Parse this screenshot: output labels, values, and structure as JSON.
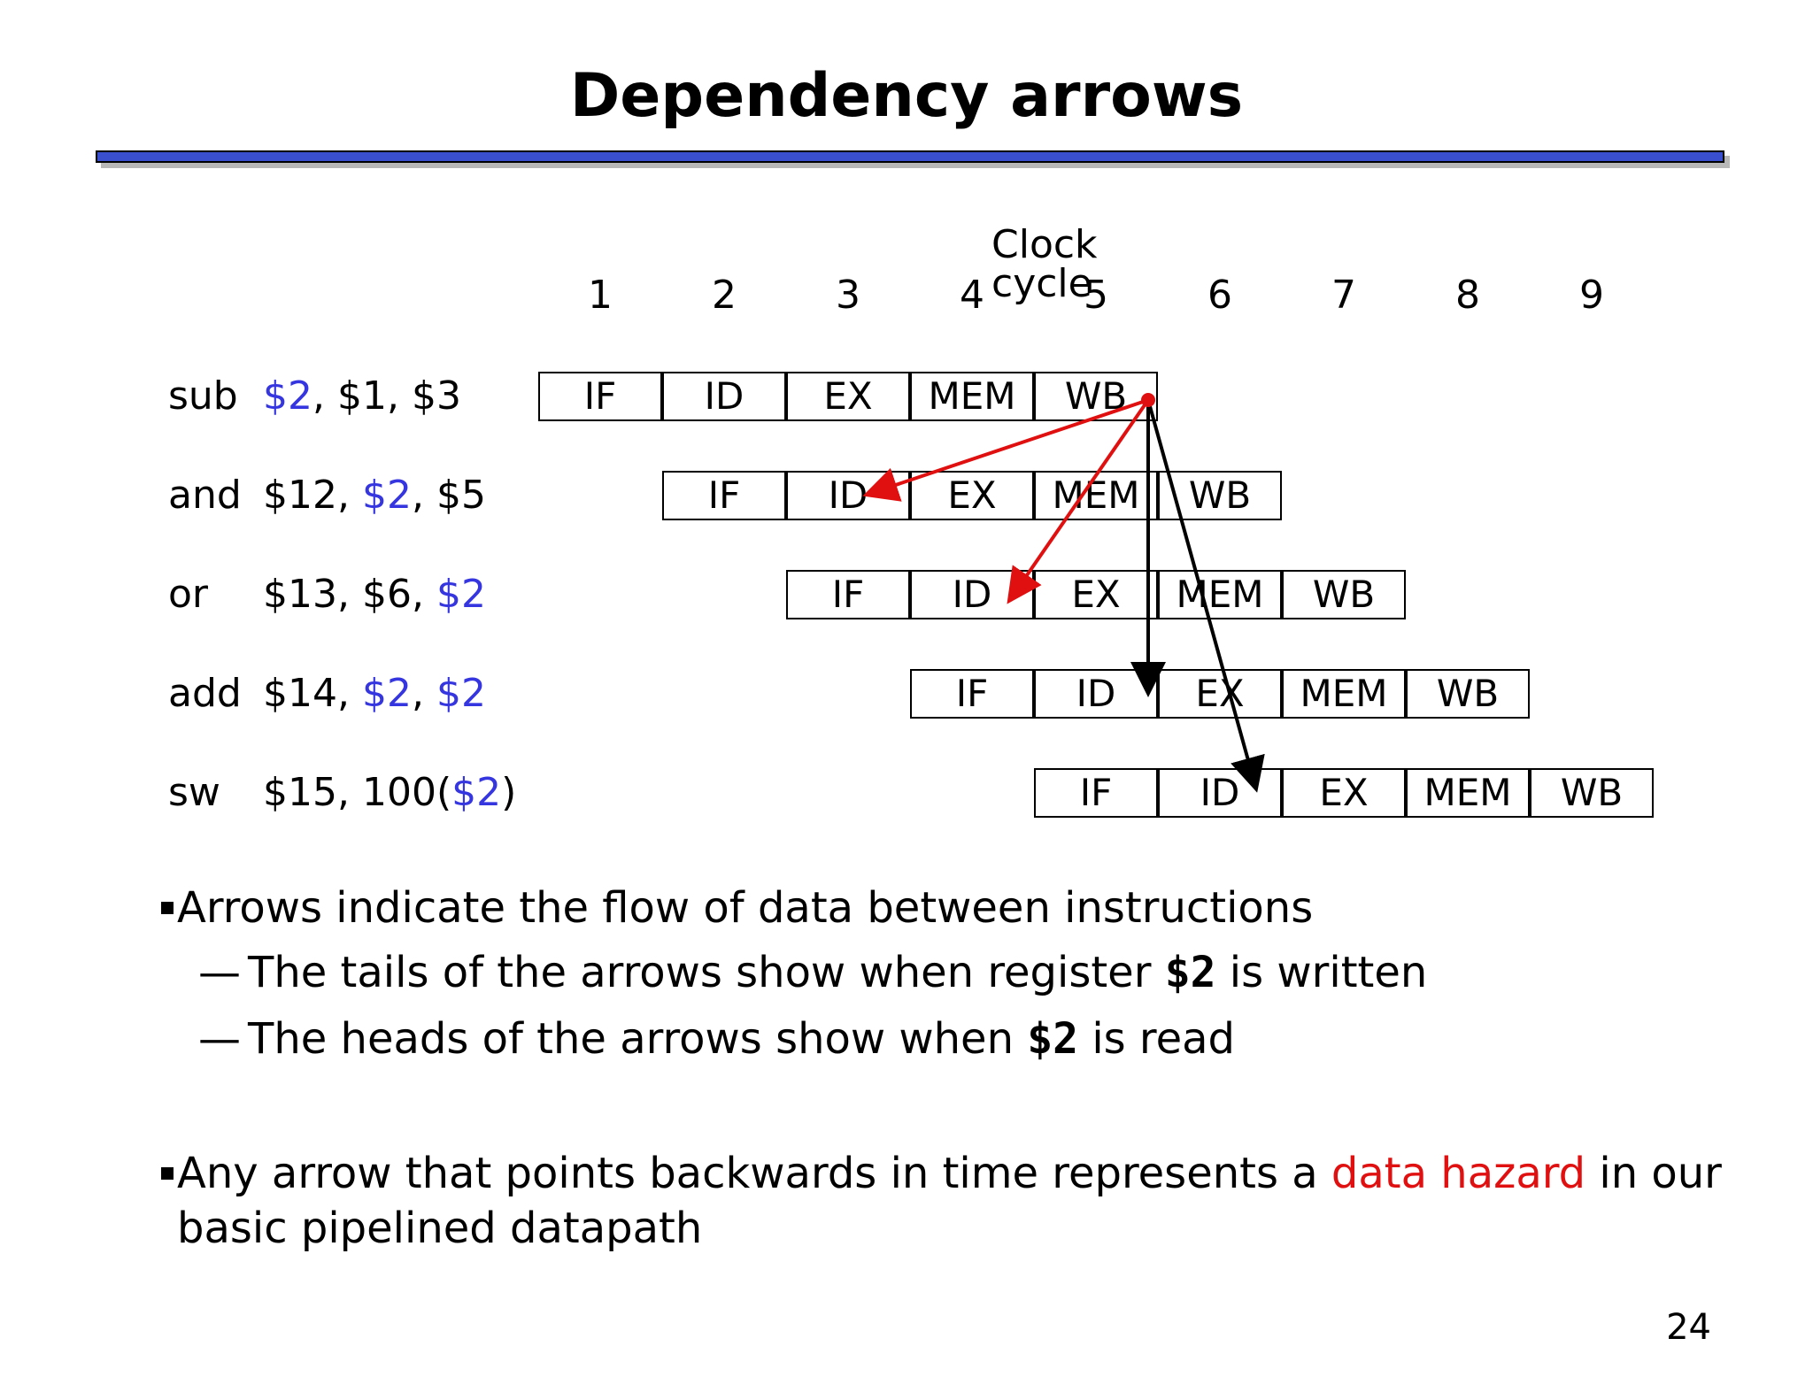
{
  "title": "Dependency arrows",
  "clock_label": "Clock cycle",
  "cycles": [
    "1",
    "2",
    "3",
    "4",
    "5",
    "6",
    "7",
    "8",
    "9"
  ],
  "instructions": [
    {
      "op": "sub",
      "parts": [
        {
          "t": "$2",
          "hl": true
        },
        {
          "t": ", ",
          "hl": false
        },
        {
          "t": "$1",
          "hl": false
        },
        {
          "t": ", ",
          "hl": false
        },
        {
          "t": "$3",
          "hl": false
        }
      ],
      "start": 1
    },
    {
      "op": "and",
      "parts": [
        {
          "t": "$12",
          "hl": false
        },
        {
          "t": ", ",
          "hl": false
        },
        {
          "t": "$2",
          "hl": true
        },
        {
          "t": ", ",
          "hl": false
        },
        {
          "t": "$5",
          "hl": false
        }
      ],
      "start": 2
    },
    {
      "op": "or",
      "parts": [
        {
          "t": "$13",
          "hl": false
        },
        {
          "t": ", ",
          "hl": false
        },
        {
          "t": "$6",
          "hl": false
        },
        {
          "t": ", ",
          "hl": false
        },
        {
          "t": "$2",
          "hl": true
        }
      ],
      "start": 3
    },
    {
      "op": "add",
      "parts": [
        {
          "t": "$14",
          "hl": false
        },
        {
          "t": ", ",
          "hl": false
        },
        {
          "t": "$2",
          "hl": true
        },
        {
          "t": ", ",
          "hl": false
        },
        {
          "t": "$2",
          "hl": true
        }
      ],
      "start": 4
    },
    {
      "op": "sw",
      "parts": [
        {
          "t": "$15",
          "hl": false
        },
        {
          "t": ", 100(",
          "hl": false
        },
        {
          "t": "$2",
          "hl": true
        },
        {
          "t": ")",
          "hl": false
        }
      ],
      "start": 5
    }
  ],
  "stages": [
    "IF",
    "ID",
    "EX",
    "MEM",
    "WB"
  ],
  "colors": {
    "register_highlight": "#3636e0",
    "hazard_arrow": "#e01010",
    "ok_arrow": "#000000",
    "title_rule": "#3a4fd0"
  },
  "bullets": [
    {
      "text": "Arrows indicate the flow of data between instructions"
    },
    {
      "text_before": "Any arrow that points backwards in time represents a ",
      "highlight": "data hazard",
      "text_after": " in our basic pipelined datapath"
    }
  ],
  "subbullets": [
    {
      "dash": "—",
      "before": "The tails of the arrows show when register ",
      "code": "$2",
      "after": " is written"
    },
    {
      "dash": "—",
      "before": "The heads of the arrows show when ",
      "code": "$2",
      "after": " is read"
    }
  ],
  "page_number": "24"
}
